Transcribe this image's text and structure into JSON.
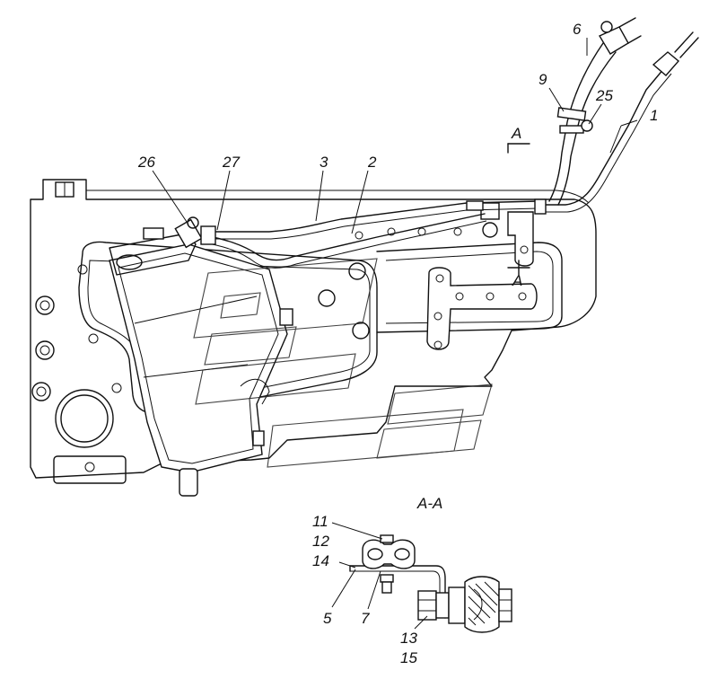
{
  "figure": {
    "main_view": {
      "callouts": {
        "c1": "1",
        "c2": "2",
        "c3": "3",
        "c6": "6",
        "c9": "9",
        "c25": "25",
        "c26": "26",
        "c27": "27"
      },
      "section_marks": {
        "top": "A",
        "bottom": "A"
      }
    },
    "section_view": {
      "title": "A-A",
      "callouts": {
        "c11": "11",
        "c12": "12",
        "c14": "14",
        "c5": "5",
        "c7": "7",
        "c13": "13",
        "c15": "15"
      }
    }
  }
}
